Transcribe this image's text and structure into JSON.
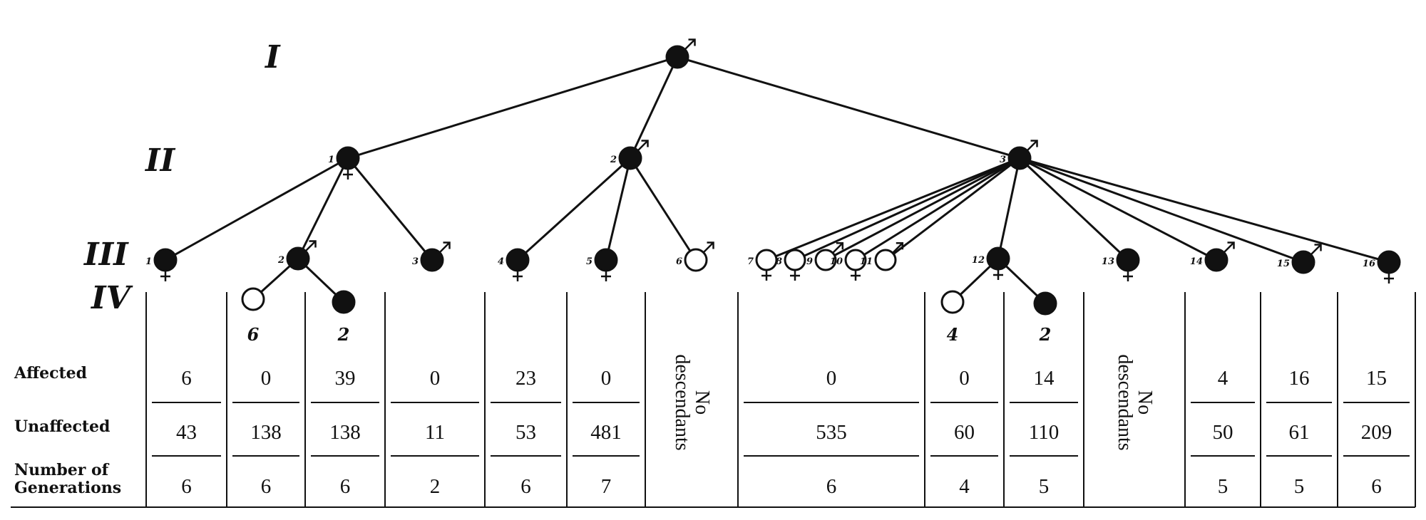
{
  "generations": [
    "I",
    "II",
    "III",
    "IV"
  ],
  "nodes": [
    {
      "id": "I",
      "label": "",
      "sex": "male",
      "affected": true
    },
    {
      "id": "II-1",
      "label": "1",
      "sex": "female",
      "affected": true
    },
    {
      "id": "II-2",
      "label": "2",
      "sex": "male",
      "affected": true
    },
    {
      "id": "II-3",
      "label": "3",
      "sex": "male",
      "affected": true
    },
    {
      "id": "III-1",
      "label": "1",
      "sex": "female",
      "affected": true
    },
    {
      "id": "III-2",
      "label": "2",
      "sex": "male",
      "affected": true
    },
    {
      "id": "III-3",
      "label": "3",
      "sex": "male",
      "affected": true
    },
    {
      "id": "III-4",
      "label": "4",
      "sex": "female",
      "affected": true
    },
    {
      "id": "III-5",
      "label": "5",
      "sex": "female",
      "affected": true
    },
    {
      "id": "III-6",
      "label": "6",
      "sex": "male",
      "affected": false
    },
    {
      "id": "III-7",
      "label": "7",
      "sex": "female",
      "affected": false
    },
    {
      "id": "III-8",
      "label": "8",
      "sex": "female",
      "affected": false
    },
    {
      "id": "III-9",
      "label": "9",
      "sex": "male",
      "affected": false
    },
    {
      "id": "III-10",
      "label": "10",
      "sex": "female",
      "affected": false
    },
    {
      "id": "III-11",
      "label": "11",
      "sex": "male",
      "affected": false
    },
    {
      "id": "III-12",
      "label": "12",
      "sex": "female",
      "affected": true
    },
    {
      "id": "III-13",
      "label": "13",
      "sex": "female",
      "affected": true
    },
    {
      "id": "III-14",
      "label": "14",
      "sex": "male",
      "affected": true
    },
    {
      "id": "III-15",
      "label": "15",
      "sex": "male",
      "affected": true
    },
    {
      "id": "III-16",
      "label": "16",
      "sex": "female",
      "affected": true
    },
    {
      "id": "IV-a",
      "label": "",
      "sex": "unknown",
      "affected": false
    },
    {
      "id": "IV-b",
      "label": "",
      "sex": "unknown",
      "affected": true
    },
    {
      "id": "IV-c",
      "label": "",
      "sex": "unknown",
      "affected": false
    },
    {
      "id": "IV-d",
      "label": "",
      "sex": "unknown",
      "affected": true
    }
  ],
  "edges": [
    [
      "I",
      "II-1"
    ],
    [
      "I",
      "II-2"
    ],
    [
      "I",
      "II-3"
    ],
    [
      "II-1",
      "III-1"
    ],
    [
      "II-1",
      "III-2"
    ],
    [
      "II-1",
      "III-3"
    ],
    [
      "II-2",
      "III-4"
    ],
    [
      "II-2",
      "III-5"
    ],
    [
      "II-2",
      "III-6"
    ],
    [
      "II-3",
      "III-7"
    ],
    [
      "II-3",
      "III-8"
    ],
    [
      "II-3",
      "III-9"
    ],
    [
      "II-3",
      "III-10"
    ],
    [
      "II-3",
      "III-11"
    ],
    [
      "II-3",
      "III-12"
    ],
    [
      "II-3",
      "III-13"
    ],
    [
      "II-3",
      "III-14"
    ],
    [
      "II-3",
      "III-15"
    ],
    [
      "II-3",
      "III-16"
    ],
    [
      "III-2",
      "IV-a"
    ],
    [
      "III-2",
      "IV-b"
    ],
    [
      "III-12",
      "IV-c"
    ],
    [
      "III-12",
      "IV-d"
    ]
  ],
  "iv_counts": [
    "6",
    "2",
    "4",
    "2"
  ],
  "table": {
    "row_labels": [
      "Affected",
      "Unaffected",
      "Number of",
      "Generations"
    ],
    "no_descendants": [
      "No",
      "descendants"
    ],
    "columns": [
      {
        "affected": "6",
        "unaffected": "43",
        "generations": "6"
      },
      {
        "affected": "0",
        "unaffected": "138",
        "generations": "6"
      },
      {
        "affected": "39",
        "unaffected": "138",
        "generations": "6"
      },
      {
        "affected": "0",
        "unaffected": "11",
        "generations": "2"
      },
      {
        "affected": "23",
        "unaffected": "53",
        "generations": "6"
      },
      {
        "affected": "0",
        "unaffected": "481",
        "generations": "7"
      },
      {
        "no_descendants": true
      },
      {
        "affected": "0",
        "unaffected": "535",
        "generations": "6"
      },
      {
        "affected": "0",
        "unaffected": "60",
        "generations": "4"
      },
      {
        "affected": "14",
        "unaffected": "110",
        "generations": "5"
      },
      {
        "no_descendants": true
      },
      {
        "affected": "4",
        "unaffected": "50",
        "generations": "5"
      },
      {
        "affected": "16",
        "unaffected": "61",
        "generations": "5"
      },
      {
        "affected": "15",
        "unaffected": "209",
        "generations": "6"
      }
    ]
  }
}
